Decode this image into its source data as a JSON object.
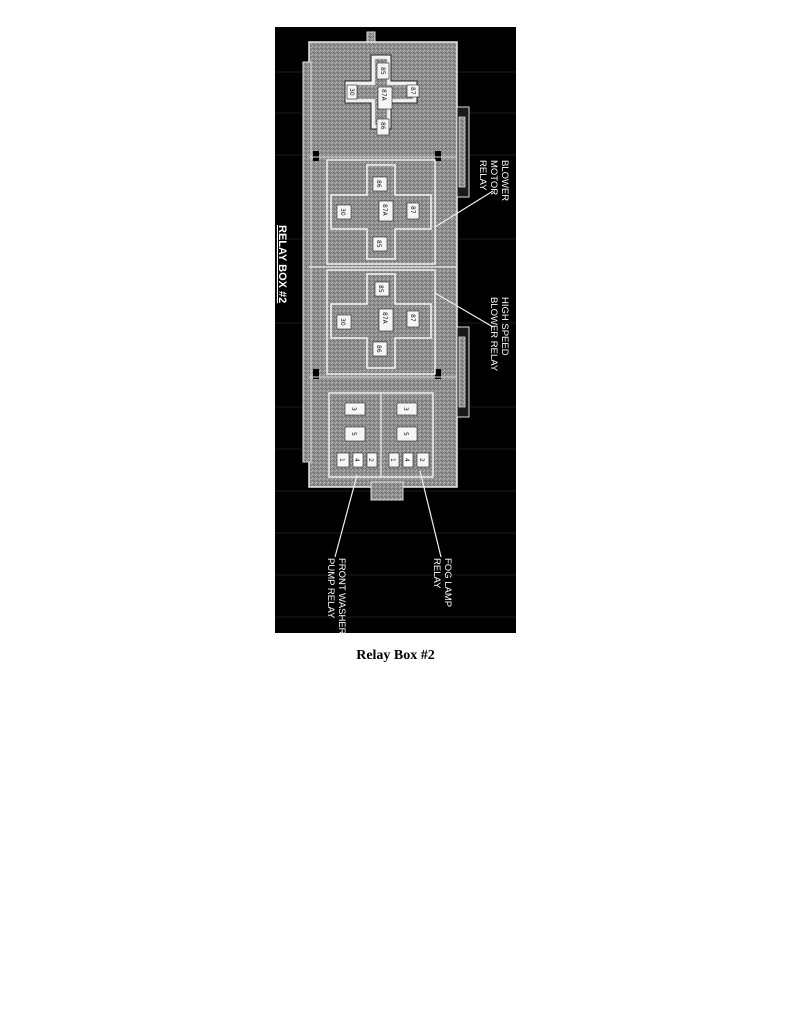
{
  "figure": {
    "title": "RELAY BOX #2",
    "labels": {
      "blower_motor_relay": [
        "BLOWER",
        "MOTOR",
        "RELAY"
      ],
      "high_speed_blower_relay": [
        "HIGH SPEED",
        "BLOWER RELAY"
      ],
      "fog_lamp_relay": [
        "FOG LAMP",
        "RELAY"
      ],
      "front_washer_pump_relay": [
        "FRONT WASHER",
        "PUMP RELAY"
      ]
    },
    "relay_terminals": {
      "top": [
        "85",
        "30",
        "87A",
        "87",
        "86"
      ],
      "blower_motor": [
        "86",
        "30",
        "87A",
        "87",
        "85"
      ],
      "high_speed_blower": [
        "85",
        "30",
        "87A",
        "87",
        "86"
      ]
    },
    "mini_relay_terminals": {
      "left": [
        "3",
        "5",
        "1",
        "4",
        "2"
      ],
      "right": [
        "3",
        "5",
        "1",
        "4",
        "2"
      ]
    }
  },
  "caption": "Relay Box #2"
}
